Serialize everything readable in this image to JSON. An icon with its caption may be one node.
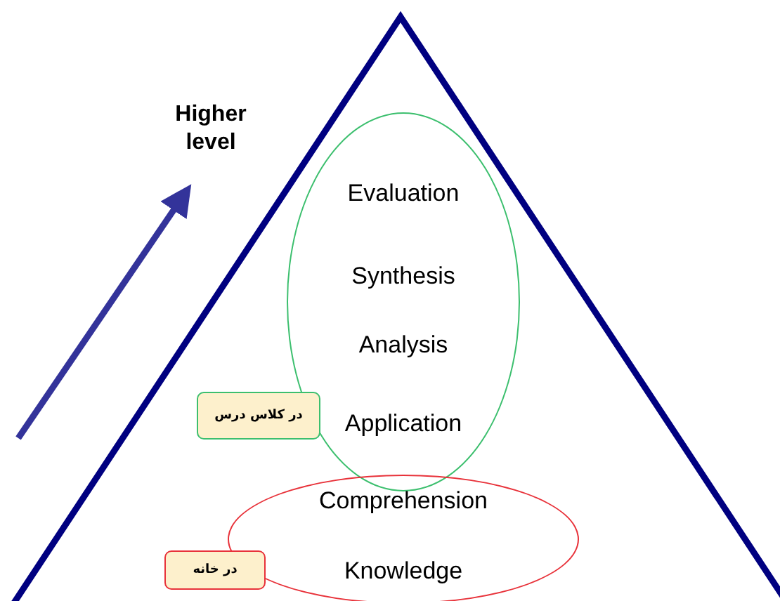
{
  "diagram": {
    "nodes": [
      {
        "text": [
          "Evaluation",
          "Synthesis",
          "Analysis",
          "Application"
        ]
      },
      {
        "text": [
          "Comprehension",
          "Knowledge"
        ]
      },
      {
        "text": [
          "در کلاس درس"
        ]
      },
      {
        "text": [
          "در خانه"
        ]
      }
    ],
    "labels": [
      "Higher level"
    ]
  }
}
